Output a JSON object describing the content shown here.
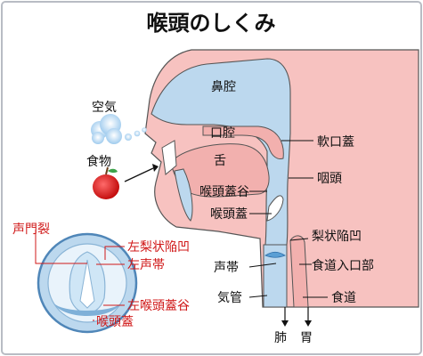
{
  "title": "喉頭のしくみ",
  "labels": {
    "nasal_cavity": "鼻腔",
    "oral_cavity": "口腔",
    "tongue": "舌",
    "vallecula": "喉頭蓋谷",
    "epiglottis": "喉頭蓋",
    "soft_palate": "軟口蓋",
    "pharynx": "咽頭",
    "piriform_sinus": "梨状陥凹",
    "esophageal_inlet": "食道入口部",
    "vocal_cord": "声帯",
    "trachea": "気管",
    "esophagus": "食道",
    "lung": "肺",
    "stomach": "胃",
    "air": "空気",
    "food": "食物"
  },
  "inset_labels": {
    "glottis": "声門裂",
    "left_piriform_sinus": "左梨状陥凹",
    "left_vocal_cord": "左声帯",
    "left_vallecula": "左喉頭蓋谷",
    "epiglottis": "喉頭蓋"
  },
  "colors": {
    "skin": "#f7c2c0",
    "airway": "#bcd8ee",
    "inner": "#f2b0ae",
    "frame": "#b8bcc4",
    "label_red": "#d01818",
    "food_red": "#d41a1a"
  }
}
